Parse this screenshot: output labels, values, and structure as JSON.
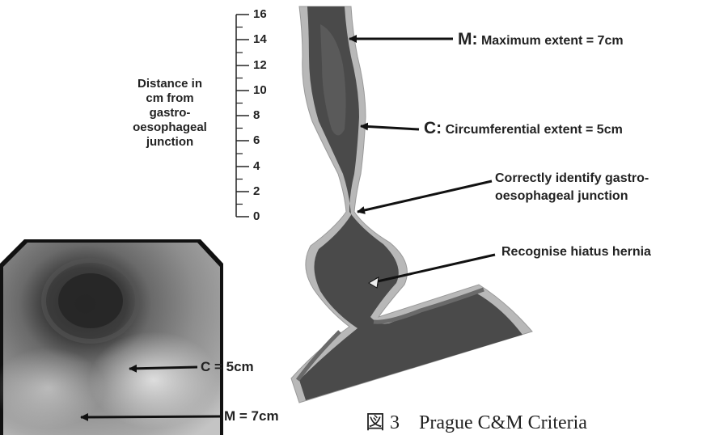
{
  "ruler": {
    "label_lines": [
      "Distance in",
      "cm from",
      "gastro-",
      "oesophageal",
      "junction"
    ],
    "ticks": [
      "16",
      "14",
      "12",
      "10",
      "8",
      "6",
      "4",
      "2",
      "0"
    ]
  },
  "annotations": {
    "maximum": {
      "prefix": "M:",
      "text": "Maximum extent = 7cm"
    },
    "circumferential": {
      "prefix": "C:",
      "text": "Circumferential extent = 5cm"
    },
    "gej": {
      "line1": "Correctly identify gastro-",
      "line2": "oesophageal junction"
    },
    "hernia": {
      "text": "Recognise hiatus hernia"
    }
  },
  "endoscopy": {
    "c_label": "C = 5cm",
    "m_label": "M = 7cm"
  },
  "caption": "図 3　Prague C&M Criteria"
}
